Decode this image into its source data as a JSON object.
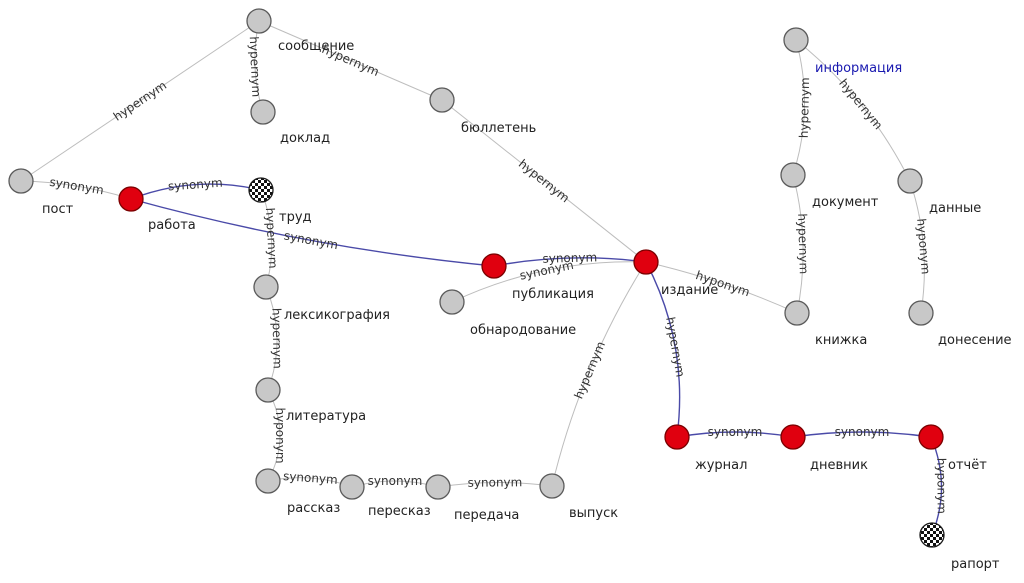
{
  "colors": {
    "gray_node": "#c8c8c8",
    "red_node": "#e0000f",
    "path_edge": "#4a4aa8",
    "plain_edge": "#bdbdbd",
    "highlight_label": "#1a1ab0"
  },
  "nodes": [
    {
      "id": "n_top",
      "label": "",
      "style": "gray"
    },
    {
      "id": "soobshchenie",
      "label": "сообщение",
      "style": "gray"
    },
    {
      "id": "doklad",
      "label": "доклад",
      "style": "gray"
    },
    {
      "id": "byulleten",
      "label": "бюллетень",
      "style": "gray"
    },
    {
      "id": "post",
      "label": "пост",
      "style": "gray"
    },
    {
      "id": "rabota",
      "label": "работа",
      "style": "red"
    },
    {
      "id": "trud",
      "label": "труд",
      "style": "checkered"
    },
    {
      "id": "leksikografiya",
      "label": "лексикография",
      "style": "gray"
    },
    {
      "id": "literatura",
      "label": "литература",
      "style": "gray"
    },
    {
      "id": "rasskaz",
      "label": "рассказ",
      "style": "gray"
    },
    {
      "id": "pereskaz",
      "label": "пересказ",
      "style": "gray"
    },
    {
      "id": "peredacha",
      "label": "передача",
      "style": "gray"
    },
    {
      "id": "vypusk",
      "label": "выпуск",
      "style": "gray"
    },
    {
      "id": "publikatsiya",
      "label": "публикация",
      "style": "red"
    },
    {
      "id": "obnarodovanie",
      "label": "обнародование",
      "style": "gray"
    },
    {
      "id": "izdanie",
      "label": "издание",
      "style": "red"
    },
    {
      "id": "zhurnal",
      "label": "журнал",
      "style": "red"
    },
    {
      "id": "dnevnik",
      "label": "дневник",
      "style": "red"
    },
    {
      "id": "otchet",
      "label": "отчёт",
      "style": "red"
    },
    {
      "id": "raport",
      "label": "рапорт",
      "style": "checkered"
    },
    {
      "id": "knizhka",
      "label": "книжка",
      "style": "gray"
    },
    {
      "id": "dokument",
      "label": "документ",
      "style": "gray"
    },
    {
      "id": "informatsiya",
      "label": "информация",
      "style": "gray",
      "highlight": true
    },
    {
      "id": "dannye",
      "label": "данные",
      "style": "gray"
    },
    {
      "id": "donesenie",
      "label": "донесение",
      "style": "gray"
    }
  ],
  "edges": [
    {
      "from": "post",
      "to": "n_top",
      "label": "hypernym"
    },
    {
      "from": "n_top",
      "to": "doklad",
      "label": "hypernym"
    },
    {
      "from": "n_top",
      "to": "byulleten",
      "label": "hypernym"
    },
    {
      "from": "byulleten",
      "to": "izdanie",
      "label": "hypernym"
    },
    {
      "from": "post",
      "to": "rabota",
      "label": "synonym"
    },
    {
      "from": "rabota",
      "to": "trud",
      "label": "synonym",
      "path": true
    },
    {
      "from": "rabota",
      "to": "publikatsiya",
      "label": "synonym",
      "path": true
    },
    {
      "from": "trud",
      "to": "leksikografiya",
      "label": "hypernym"
    },
    {
      "from": "leksikografiya",
      "to": "literatura",
      "label": "hypernym"
    },
    {
      "from": "literatura",
      "to": "rasskaz",
      "label": "hyponym"
    },
    {
      "from": "rasskaz",
      "to": "pereskaz",
      "label": "synonym"
    },
    {
      "from": "pereskaz",
      "to": "peredacha",
      "label": "synonym"
    },
    {
      "from": "peredacha",
      "to": "vypusk",
      "label": "synonym"
    },
    {
      "from": "vypusk",
      "to": "izdanie",
      "label": "hypernym"
    },
    {
      "from": "publikatsiya",
      "to": "izdanie",
      "label": "synonym",
      "path": true
    },
    {
      "from": "obnarodovanie",
      "to": "izdanie",
      "label": "synonym"
    },
    {
      "from": "izdanie",
      "to": "knizhka",
      "label": "hyponym"
    },
    {
      "from": "izdanie",
      "to": "zhurnal",
      "label": "hypernym",
      "path": true
    },
    {
      "from": "zhurnal",
      "to": "dnevnik",
      "label": "synonym",
      "path": true
    },
    {
      "from": "dnevnik",
      "to": "otchet",
      "label": "synonym",
      "path": true
    },
    {
      "from": "otchet",
      "to": "raport",
      "label": "hyponym",
      "path": true
    },
    {
      "from": "knizhka",
      "to": "dokument",
      "label": "hypernym"
    },
    {
      "from": "dokument",
      "to": "informatsiya",
      "label": "hypernym"
    },
    {
      "from": "informatsiya",
      "to": "dannye",
      "label": "hypernym"
    },
    {
      "from": "dannye",
      "to": "donesenie",
      "label": "hyponym"
    }
  ]
}
